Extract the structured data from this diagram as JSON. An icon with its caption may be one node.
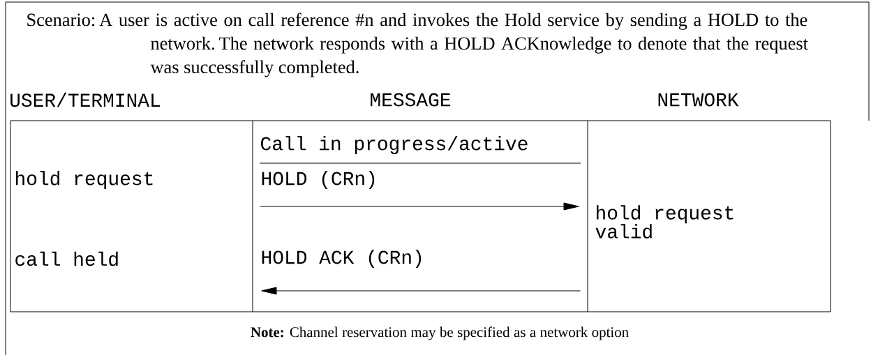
{
  "diagram": {
    "nodes": [
      {
        "text": [
          "hold request",
          "call held"
        ]
      },
      {
        "text": [
          "Call in progress/active"
        ]
      },
      {
        "text": [
          "hold request valid"
        ]
      }
    ],
    "edges": [
      {
        "from": 0,
        "to": 2,
        "arrow": "to",
        "label": "HOLD (CRn)"
      },
      {
        "from": 2,
        "to": 0,
        "arrow": "to",
        "label": "HOLD ACK (CRn)"
      }
    ],
    "labels": [
      "Scenario: A user is active on call reference #n and invokes the Hold service by sending a HOLD to the network. The network responds with a HOLD ACKnowledge to denote that the request was successfully completed.",
      "USER/TERMINAL",
      "MESSAGE",
      "NETWORK",
      "**Note:** Channel reservation may be specified as a network option"
    ]
  }
}
